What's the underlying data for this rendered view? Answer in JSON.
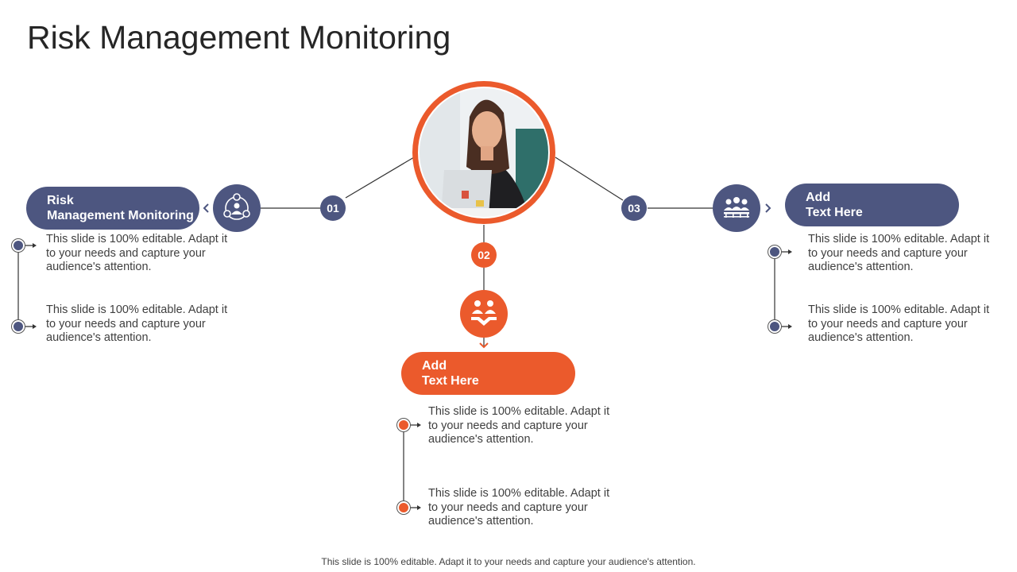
{
  "title": "Risk Management Monitoring",
  "colors": {
    "navy": "#4d5680",
    "orange": "#eb5a2c",
    "line": "#333333"
  },
  "center": {
    "image": "woman-working-on-laptop"
  },
  "nodes": [
    {
      "number": "01",
      "icon": "risk-management-cycle-icon",
      "heading_lines": [
        "Risk",
        "Management Monitoring"
      ],
      "points": [
        "This slide is 100% editable. Adapt it to your needs and capture your audience's attention.",
        "This slide is 100% editable. Adapt it to your needs and capture your audience's attention."
      ]
    },
    {
      "number": "02",
      "icon": "handshake-team-icon",
      "heading_lines": [
        "Add",
        "Text Here"
      ],
      "points": [
        "This slide is 100% editable. Adapt it to your needs and capture your audience's attention.",
        "This slide is 100% editable. Adapt it to your needs and capture your audience's attention."
      ]
    },
    {
      "number": "03",
      "icon": "team-meeting-icon",
      "heading_lines": [
        "Add",
        "Text Here"
      ],
      "points": [
        "This slide is 100% editable. Adapt it to your needs and capture your audience's attention.",
        "This slide is 100% editable. Adapt it to your needs and capture your audience's attention."
      ]
    }
  ],
  "footer": "This slide is 100% editable. Adapt it to your needs and capture your audience's attention."
}
